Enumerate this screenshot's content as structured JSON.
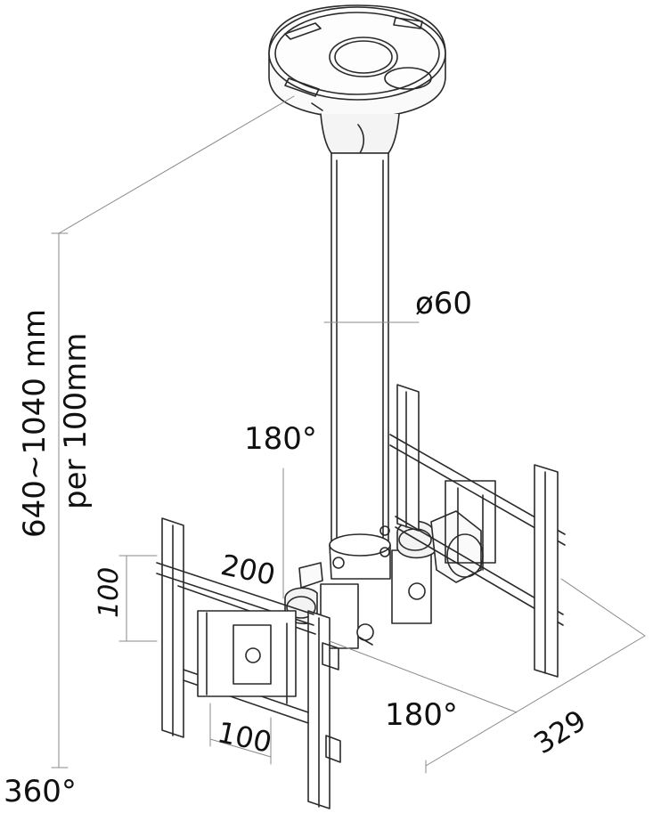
{
  "labels": {
    "diameter": "ø60",
    "height_range": "640~1040 mm",
    "height_step": "per 100mm",
    "tilt_angle": "180°",
    "plate_vertical": "100",
    "plate_horizontal": "100",
    "plate_width": "200",
    "swivel_angle": "180°",
    "depth": "329",
    "rotation": "360°"
  },
  "colors": {
    "line": "#222222",
    "light_line": "#8a8a8a",
    "text": "#111111"
  }
}
